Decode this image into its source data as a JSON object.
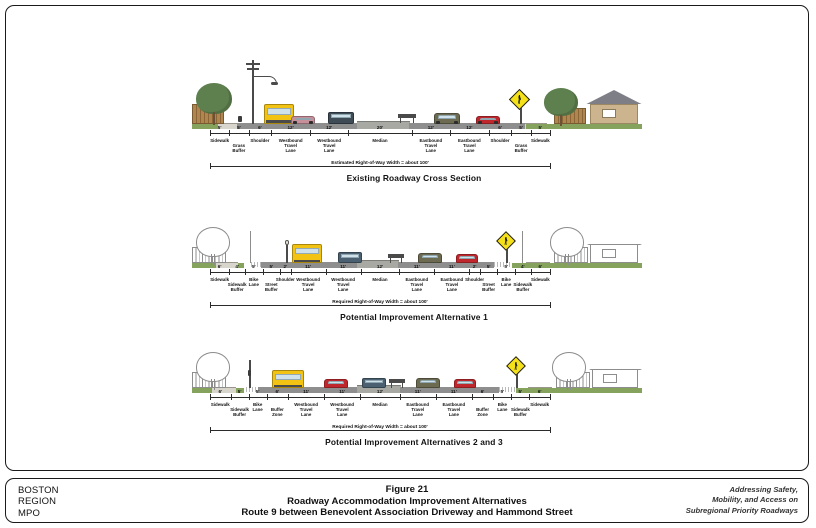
{
  "footer": {
    "logo_lines": [
      "BOSTON",
      "REGION",
      "MPO"
    ],
    "figure_number": "Figure 21",
    "figure_title": "Roadway Accommodation Improvement Alternatives",
    "figure_subtitle": "Route 9 between Benevolent Association Driveway and Hammond Street",
    "report_title_lines": [
      "Addressing Safety,",
      "Mobility, and Access on",
      "Subregional Priority Roadways"
    ]
  },
  "sections": [
    {
      "id": "existing",
      "caption": "Existing Roadway Cross Section",
      "row_label": "Estimated Right-of-Way Width = about 100'",
      "segments": [
        {
          "value": "5'",
          "label": "Sidewalk",
          "width": 22
        },
        {
          "value": "5'",
          "label": "Grass Buffer",
          "width": 22
        },
        {
          "value": "6'",
          "label": "Shoulder",
          "width": 26
        },
        {
          "value": "12'",
          "label": "Westbound Travel Lane",
          "width": 44
        },
        {
          "value": "12'",
          "label": "Westbound Travel Lane",
          "width": 44
        },
        {
          "value": "20'",
          "label": "Median",
          "width": 72
        },
        {
          "value": "12'",
          "label": "Eastbound Travel Lane",
          "width": 44
        },
        {
          "value": "12'",
          "label": "Eastbound Travel Lane",
          "width": 44
        },
        {
          "value": "6'",
          "label": "Shoulder",
          "width": 26
        },
        {
          "value": "5'",
          "label": "Grass Buffer",
          "width": 22
        },
        {
          "value": "5'",
          "label": "Sidewalk",
          "width": 22
        }
      ]
    },
    {
      "id": "alternative-1",
      "caption": "Potential Improvement Alternative 1",
      "row_label": "Required Right-of-Way Width = about 100'",
      "segments": [
        {
          "value": "6'",
          "label": "Sidewalk",
          "width": 22
        },
        {
          "value": "4'",
          "label": "Sidewalk Buffer",
          "width": 18
        },
        {
          "value": "5'",
          "label": "Bike Lane",
          "width": 20
        },
        {
          "value": "5'",
          "label": "Street Buffer",
          "width": 20
        },
        {
          "value": "2'",
          "label": "Shoulder",
          "width": 12
        },
        {
          "value": "11'",
          "label": "Westbound Travel Lane",
          "width": 40
        },
        {
          "value": "11'",
          "label": "Westbound Travel Lane",
          "width": 40
        },
        {
          "value": "12'",
          "label": "Median",
          "width": 44
        },
        {
          "value": "11'",
          "label": "Eastbound Travel Lane",
          "width": 40
        },
        {
          "value": "11'",
          "label": "Eastbound Travel Lane",
          "width": 40
        },
        {
          "value": "2'",
          "label": "Shoulder",
          "width": 12
        },
        {
          "value": "5'",
          "label": "Street Buffer",
          "width": 20
        },
        {
          "value": "5'",
          "label": "Bike Lane",
          "width": 20
        },
        {
          "value": "4'",
          "label": "Sidewalk Buffer",
          "width": 18
        },
        {
          "value": "6'",
          "label": "Sidewalk",
          "width": 22
        }
      ]
    },
    {
      "id": "alternatives-2-and-3",
      "caption": "Potential Improvement Alternatives 2 and 3",
      "row_label": "Required Right-of-Way Width = about 100'",
      "segments": [
        {
          "value": "6'",
          "label": "Sidewalk",
          "width": 24
        },
        {
          "value": "5'",
          "label": "Sidewalk Buffer",
          "width": 21
        },
        {
          "value": "5'",
          "label": "Bike Lane",
          "width": 21
        },
        {
          "value": "6'",
          "label": "Buffer Zone",
          "width": 25
        },
        {
          "value": "11'",
          "label": "Westbound Travel Lane",
          "width": 42
        },
        {
          "value": "11'",
          "label": "Westbound Travel Lane",
          "width": 42
        },
        {
          "value": "12'",
          "label": "Median",
          "width": 46
        },
        {
          "value": "11'",
          "label": "Eastbound Travel Lane",
          "width": 42
        },
        {
          "value": "11'",
          "label": "Eastbound Travel Lane",
          "width": 42
        },
        {
          "value": "6'",
          "label": "Buffer Zone",
          "width": 25
        },
        {
          "value": "5'",
          "label": "Bike Lane",
          "width": 21
        },
        {
          "value": "5'",
          "label": "Sidewalk Buffer",
          "width": 21
        },
        {
          "value": "6'",
          "label": "Sidewalk",
          "width": 24
        }
      ]
    }
  ],
  "scene_elements": {
    "existing": [
      "wood-fence",
      "shade-tree",
      "utility-pole",
      "street-light",
      "pedestrians",
      "school-bus",
      "sedan",
      "pickup-truck",
      "median-bench",
      "suv",
      "red-car",
      "pedestrian-crossing-sign",
      "house"
    ],
    "alternative_1": [
      "outline-fence",
      "outline-tree",
      "pedestal-light",
      "pedestrians",
      "school-bus",
      "pickup-truck",
      "median-bench",
      "suv",
      "red-car",
      "pedestrian-crossing-sign",
      "outline-house"
    ],
    "alternatives_2_3": [
      "outline-fence",
      "outline-tree",
      "signal-pole",
      "pedestrians",
      "school-bus",
      "red-sedan",
      "pickup-truck",
      "median-bench",
      "suv",
      "red-car",
      "pedestrian-crossing-sign",
      "outline-house"
    ]
  },
  "colors": {
    "bus_yellow": "#f3c313",
    "sign_yellow": "#f5e11a",
    "grass_green": "#86a35e",
    "pavement_gray": "#8e8e8e",
    "sidewalk_gray": "#d8d5cc",
    "fence_brown": "#b08650",
    "house_tan": "#cbb48e",
    "roof_gray": "#7e7e86",
    "tree_green": "#5e7f4e",
    "outline_gray": "#8d8d8d"
  }
}
